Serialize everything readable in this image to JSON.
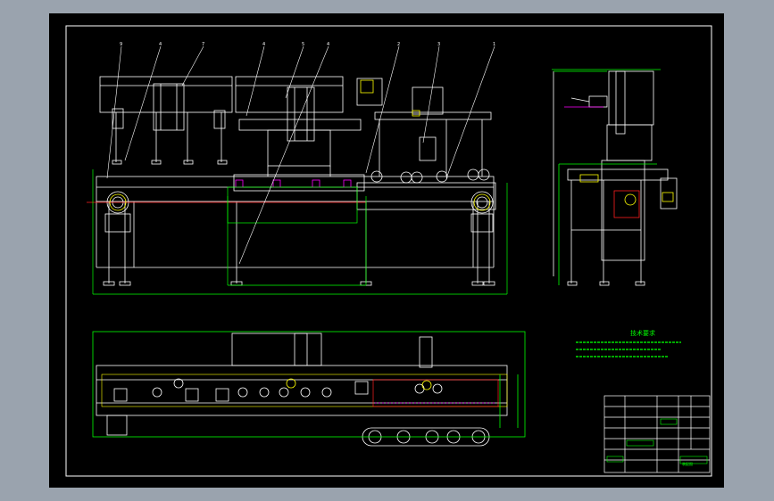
{
  "drawing": {
    "balloons": [
      "9",
      "4",
      "7",
      "4",
      "5",
      "4",
      "2",
      "3",
      "1"
    ],
    "notes_title": "技术要求",
    "title_block_heading": "装配图"
  },
  "colors": {
    "background": "#9aa3ae",
    "sheet": "#000000",
    "frame": "#ffffff",
    "line": "#ffffff",
    "dimension": "#00ff00",
    "center": "#ff2020",
    "accent": "#ffff00",
    "hidden": "#ff00ff"
  }
}
